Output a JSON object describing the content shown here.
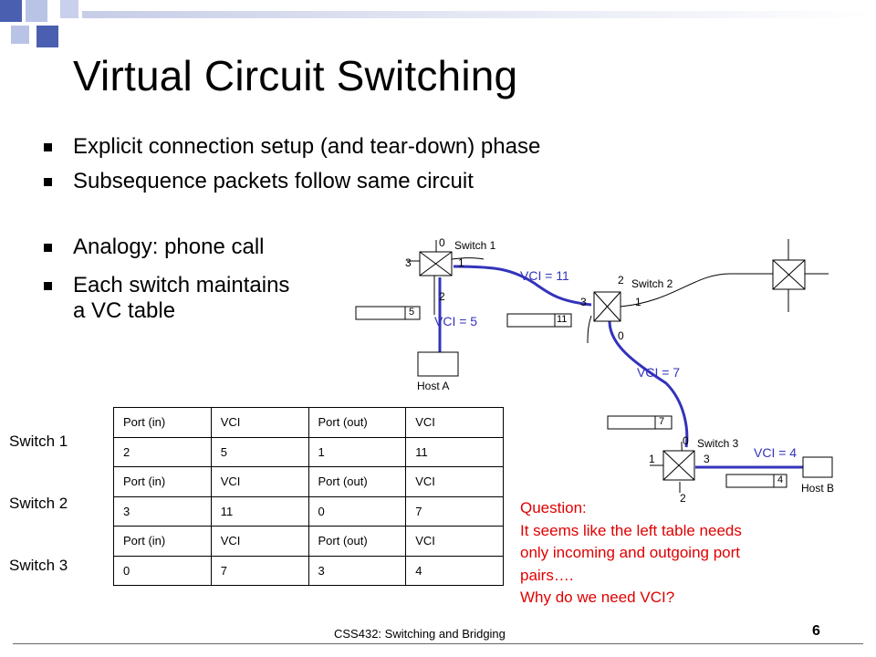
{
  "slide": {
    "title": "Virtual Circuit Switching",
    "bullets": [
      "Explicit connection setup (and tear-down) phase",
      "Subsequence packets follow same circuit",
      "Analogy: phone call",
      "Each switch maintains",
      "a VC table"
    ],
    "footer": "CSS432: Switching and Bridging",
    "page_number": "6"
  },
  "switch_labels": [
    "Switch 1",
    "Switch 2",
    "Switch 3"
  ],
  "vc_table": {
    "rows": [
      [
        "Port (in)",
        "VCI",
        "Port (out)",
        "VCI"
      ],
      [
        "2",
        "5",
        "1",
        "11"
      ],
      [
        "Port (in)",
        "VCI",
        "Port (out)",
        "VCI"
      ],
      [
        "3",
        "11",
        "0",
        "7"
      ],
      [
        "Port (in)",
        "VCI",
        "Port (out)",
        "VCI"
      ],
      [
        "0",
        "7",
        "3",
        "4"
      ]
    ]
  },
  "question": {
    "lines": [
      "Question:",
      "It seems like the left table needs",
      "only incoming and outgoing port",
      "pairs….",
      "Why do we need VCI?"
    ],
    "color": "#e00000"
  },
  "diagram": {
    "switch1": {
      "label": "Switch 1",
      "ports": [
        "0",
        "3",
        "1",
        "2"
      ]
    },
    "switch2": {
      "label": "Switch 2",
      "ports": [
        "2",
        "3",
        "1",
        "0"
      ]
    },
    "switch3": {
      "label": "Switch 3",
      "ports": [
        "0",
        "1",
        "3",
        "2"
      ]
    },
    "host_a": "Host A",
    "host_b": "Host B",
    "vci_labels": [
      "VCI = 11",
      "VCI = 5",
      "VCI = 7",
      "VCI = 4"
    ],
    "packet_labels": [
      "5",
      "11",
      "7",
      "4"
    ],
    "vc_path_color": "#3333bb"
  }
}
